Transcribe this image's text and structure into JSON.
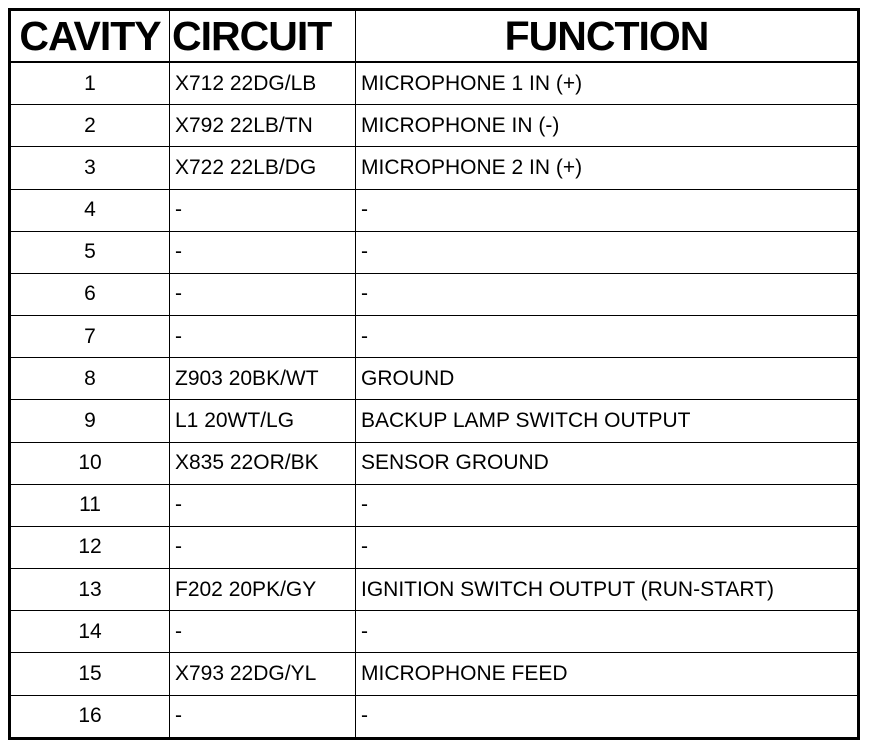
{
  "headers": {
    "cavity": "CAVITY",
    "circuit": "CIRCUIT",
    "function": "FUNCTION"
  },
  "rows": [
    {
      "cavity": "1",
      "circuit": "X712 22DG/LB",
      "function": "MICROPHONE 1 IN (+)"
    },
    {
      "cavity": "2",
      "circuit": "X792 22LB/TN",
      "function": "MICROPHONE IN (-)"
    },
    {
      "cavity": "3",
      "circuit": "X722 22LB/DG",
      "function": "MICROPHONE 2 IN (+)"
    },
    {
      "cavity": "4",
      "circuit": "-",
      "function": "-"
    },
    {
      "cavity": "5",
      "circuit": "-",
      "function": "-"
    },
    {
      "cavity": "6",
      "circuit": "-",
      "function": "-"
    },
    {
      "cavity": "7",
      "circuit": "-",
      "function": "-"
    },
    {
      "cavity": "8",
      "circuit": "Z903 20BK/WT",
      "function": "GROUND"
    },
    {
      "cavity": "9",
      "circuit": "L1 20WT/LG",
      "function": "BACKUP LAMP SWITCH OUTPUT"
    },
    {
      "cavity": "10",
      "circuit": "X835 22OR/BK",
      "function": "SENSOR GROUND"
    },
    {
      "cavity": "11",
      "circuit": "-",
      "function": "-"
    },
    {
      "cavity": "12",
      "circuit": "-",
      "function": "-"
    },
    {
      "cavity": "13",
      "circuit": "F202 20PK/GY",
      "function": "IGNITION SWITCH OUTPUT (RUN-START)"
    },
    {
      "cavity": "14",
      "circuit": "-",
      "function": "-"
    },
    {
      "cavity": "15",
      "circuit": "X793 22DG/YL",
      "function": "MICROPHONE FEED"
    },
    {
      "cavity": "16",
      "circuit": "-",
      "function": "-"
    }
  ]
}
